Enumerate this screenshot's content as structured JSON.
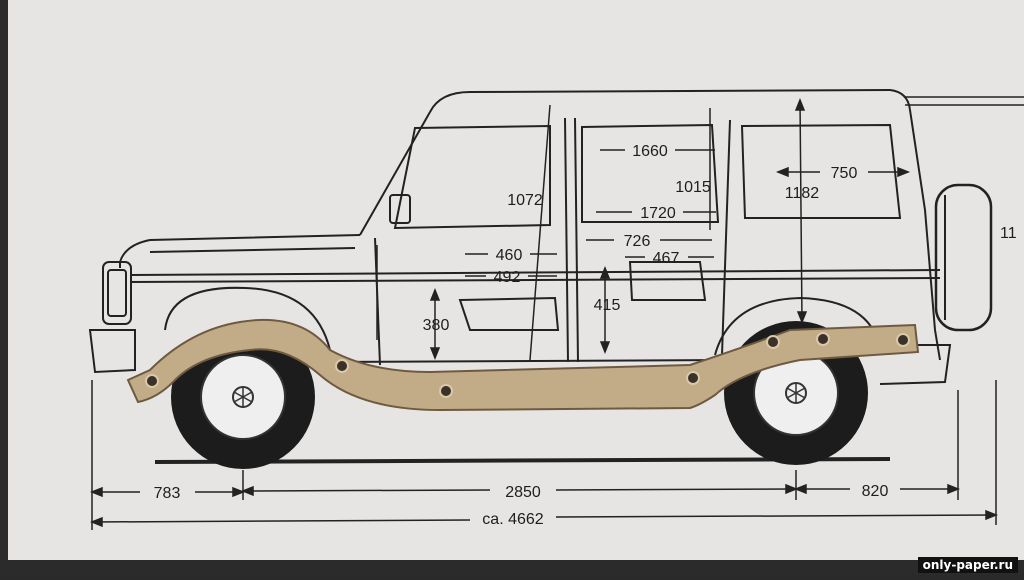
{
  "dimensions": {
    "front_overhang": "783",
    "wheelbase": "2850",
    "rear_overhang": "820",
    "overall_length": "ca. 4662",
    "front_headroom": "1072",
    "second_headroom": "1015",
    "rear_headroom": "1182",
    "front_interior_length": "1660",
    "rear_interior_length": "1720",
    "cargo_length": "750",
    "front_seat_1": "460",
    "front_seat_2": "492",
    "rear_legroom": "726",
    "rear_seat": "467",
    "front_seat_height": "380",
    "rear_seat_height": "415",
    "side_cut_label": "11"
  },
  "watermark": "only-paper.ru",
  "colors": {
    "paper": "#e9e7e6",
    "line": "#222222",
    "frame": "#c2ab87",
    "frame_edge": "#6e5a40"
  }
}
